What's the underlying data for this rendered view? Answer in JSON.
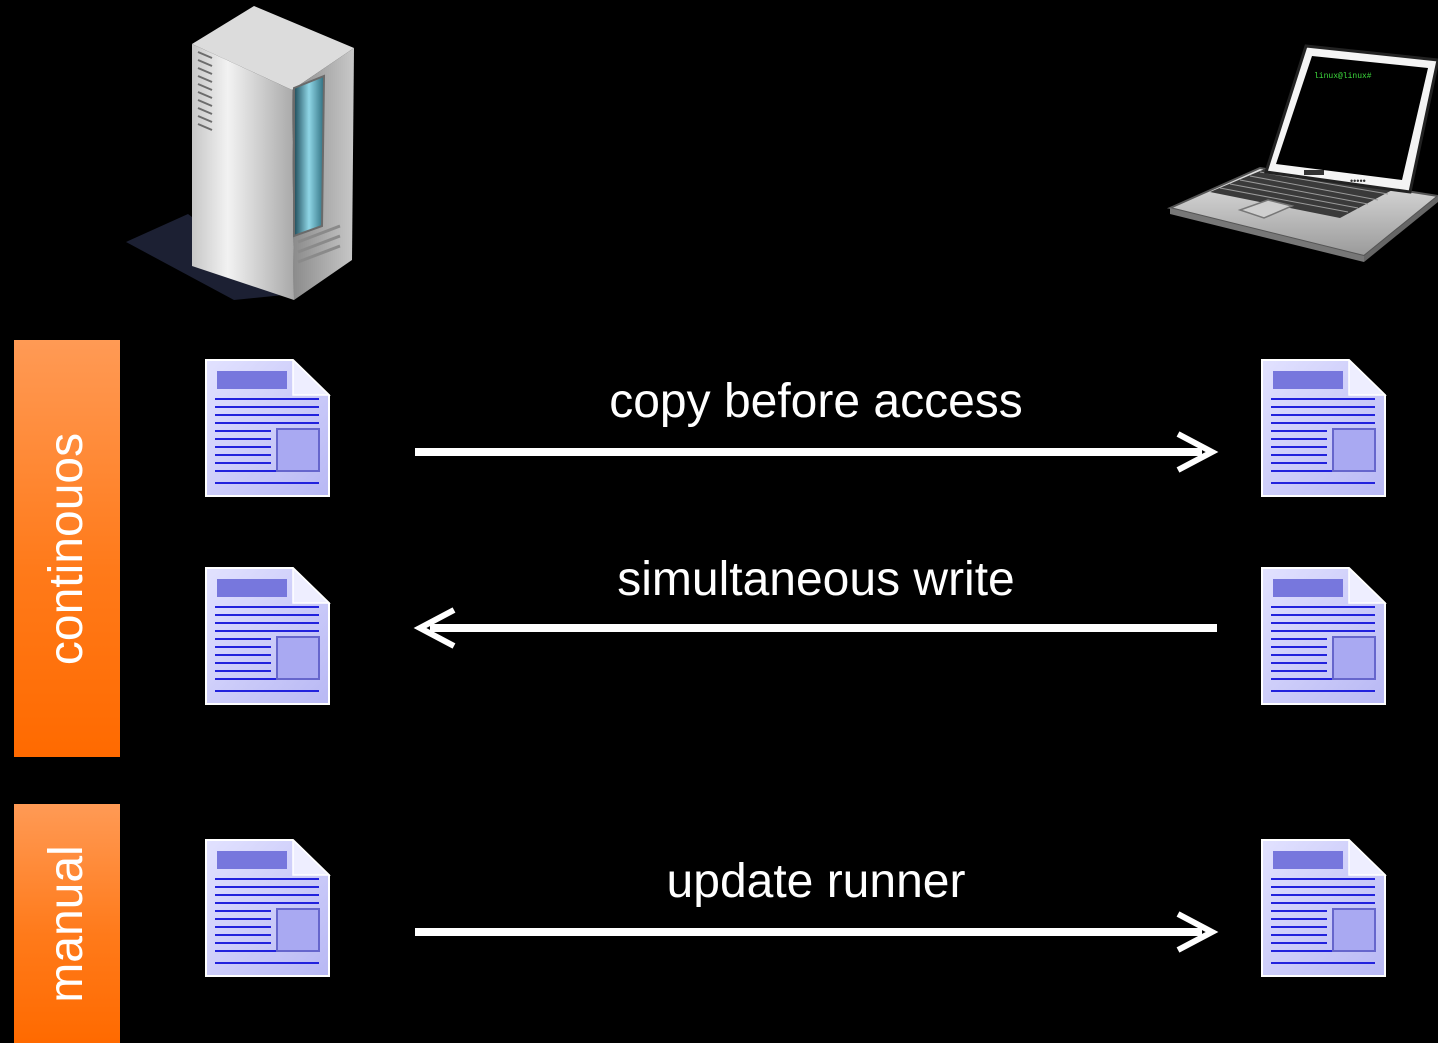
{
  "diagram": {
    "groups": [
      {
        "id": "continuous",
        "label": "continouos"
      },
      {
        "id": "manual",
        "label": "manual"
      }
    ],
    "flows": [
      {
        "label": "copy before access",
        "direction": "server-to-client",
        "group": "continuous"
      },
      {
        "label": "simultaneous write",
        "direction": "client-to-server",
        "group": "continuous"
      },
      {
        "label": "update runner",
        "direction": "server-to-client",
        "group": "manual"
      }
    ],
    "nodes": {
      "server": {
        "icon": "server-tower-icon"
      },
      "client": {
        "icon": "laptop-icon",
        "screen_text": "linux@linux#"
      }
    },
    "colors": {
      "background": "#000000",
      "group_label": "#ff7a1a",
      "arrow": "#ffffff",
      "document_page": "#ccccff",
      "document_lines": "#2222dd"
    }
  }
}
